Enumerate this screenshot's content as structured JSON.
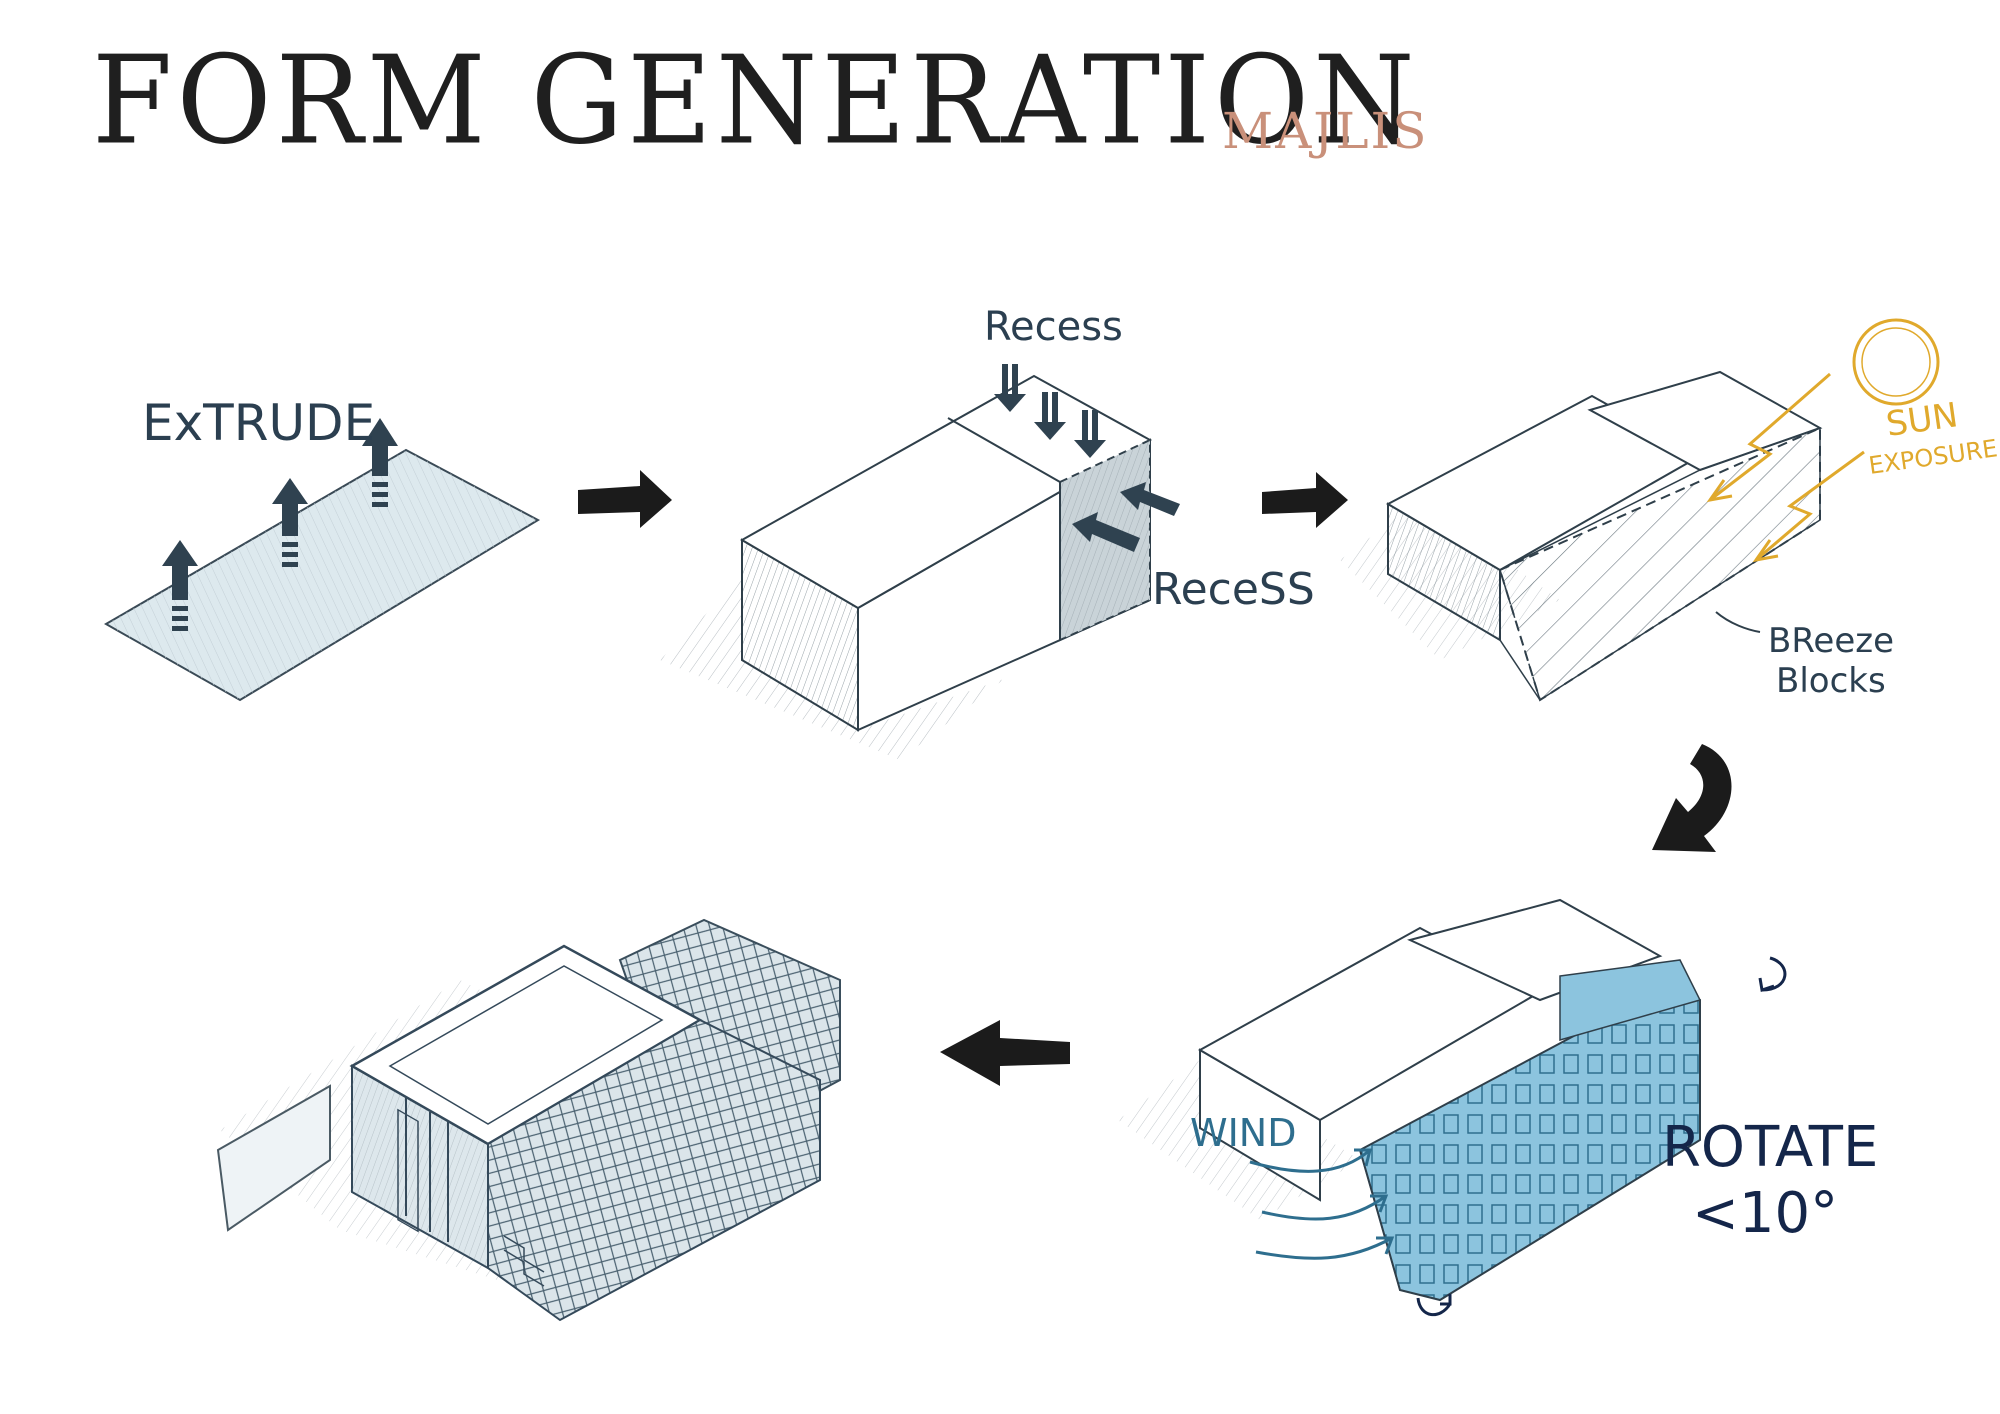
{
  "header": {
    "title": "FORM GENERATION",
    "subtitle": "MAJLIS"
  },
  "labels": {
    "extrude": "ExTRUDE",
    "recess_top": "Recess",
    "recess_side": "ReceSS",
    "sun_line1": "SUN",
    "sun_line2": "EXPOSURE",
    "breeze_line1": "BReeze",
    "breeze_line2": "Blocks",
    "wind": "WIND",
    "rotate_line1": "ROTATE",
    "rotate_line2": "<10°"
  },
  "colors": {
    "ink": "#2b3f50",
    "navy": "#14264a",
    "blue_hatch": "#6fb3d2",
    "wind_blue": "#2e6e8e",
    "sun_gold": "#e0a92c",
    "title_ink": "#1f1f1f",
    "subtitle": "#c9907a"
  },
  "icons": [
    "up-arrow-icon",
    "down-arrow-icon",
    "right-arrow-icon",
    "left-arrow-icon",
    "curved-arrow-icon",
    "sun-icon",
    "rotate-arrow-icon",
    "wind-arrow-icon"
  ]
}
